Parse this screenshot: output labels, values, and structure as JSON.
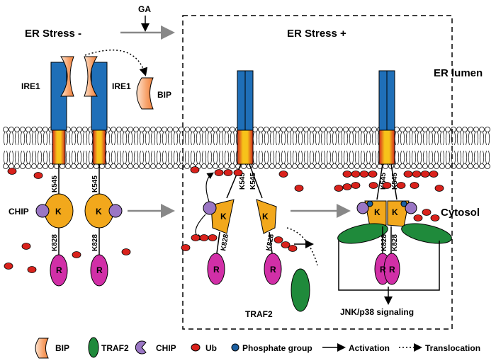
{
  "labels": {
    "ga": "GA",
    "er_stress_minus": "ER Stress -",
    "er_stress_plus": "ER Stress +",
    "er_lumen": "ER lumen",
    "cytosol": "Cytosol",
    "ire1_left": "IRE1",
    "ire1_right": "IRE1",
    "bip": "BIP",
    "chip": "CHIP",
    "traf2": "TRAF2",
    "jnk": "JNK/p38 signaling",
    "kinase": "K",
    "rnase": "R",
    "k545": "K545",
    "k828": "K828"
  },
  "legend": [
    {
      "icon": "bip-icon",
      "label": "BIP"
    },
    {
      "icon": "traf2-icon",
      "label": "TRAF2"
    },
    {
      "icon": "chip-icon",
      "label": "CHIP"
    },
    {
      "icon": "ub-icon",
      "label": "Ub"
    },
    {
      "icon": "phosphate-icon",
      "label": "Phosphate group"
    },
    {
      "icon": "activation-arrow-icon",
      "label": "Activation"
    },
    {
      "icon": "translocation-arrow-icon",
      "label": "Translocation"
    }
  ],
  "colors": {
    "ire1_blue": "#1f6fb8",
    "tm_red": "#d0281d",
    "tm_yellow": "#f7c31a",
    "kinase": "#f2a81c",
    "rnase": "#d12fa7",
    "chip": "#9a76c4",
    "ub": "#d9221c",
    "traf2": "#1f8a3b",
    "bip": "#f7a26b",
    "phosphate": "#1c5fa0"
  }
}
